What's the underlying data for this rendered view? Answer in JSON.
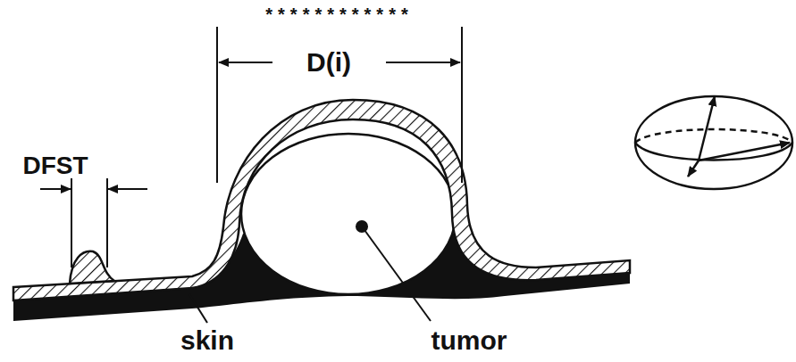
{
  "diagram": {
    "labels": [
      "************",
      "D(i)",
      "DFST",
      "skin",
      "tumor"
    ]
  }
}
